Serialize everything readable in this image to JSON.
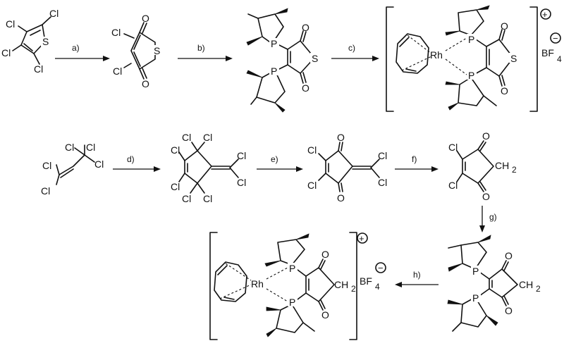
{
  "labels": {
    "cl": "Cl",
    "s": "S",
    "o": "O",
    "p": "P",
    "rh": "Rh",
    "ch2": "CH",
    "ch2_sub": "2",
    "bf4": "BF",
    "bf4_sub": "4",
    "plus": "+",
    "minus": "−"
  },
  "steps": {
    "a": "a)",
    "b": "b)",
    "c": "c)",
    "d": "d)",
    "e": "e)",
    "f": "f)",
    "g": "g)",
    "h": "h)"
  }
}
